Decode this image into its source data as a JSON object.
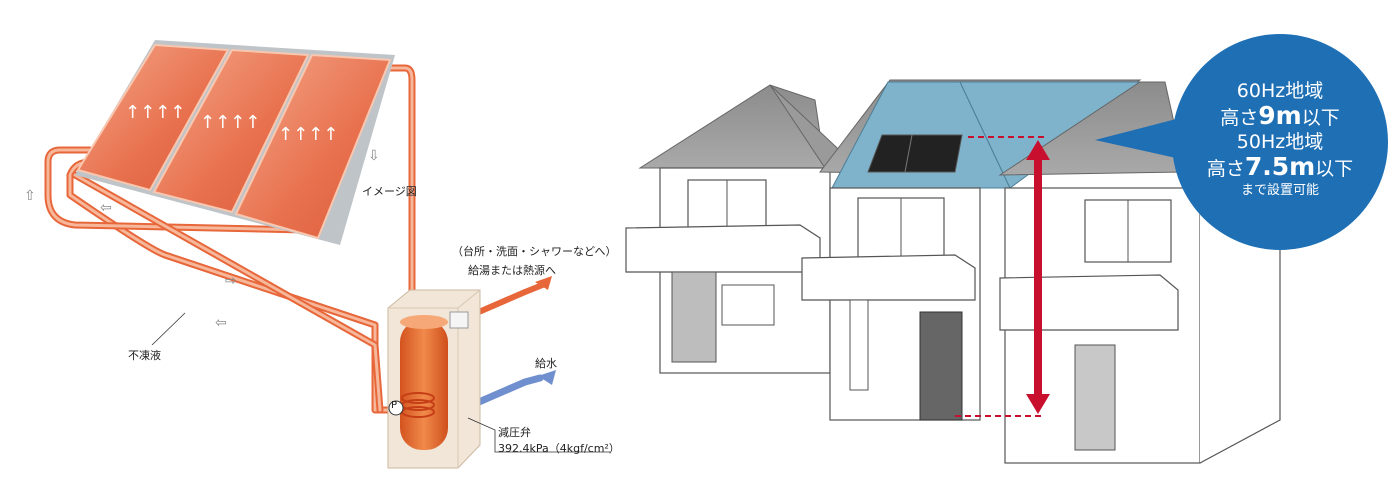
{
  "system": {
    "image_label": "イメージ図",
    "destination_note": "（台所・洗面・シャワーなどへ）",
    "hot_water_out": "給湯または熱源へ",
    "water_supply": "給水",
    "antifreeze": "不凍液",
    "pump_symbol": "P",
    "valve_label": "減圧弁",
    "valve_spec": "392.4kPa（4kgf/cm²）"
  },
  "callout": {
    "line1": "60Hz地域",
    "line2_prefix": "高さ",
    "line2_value": "9m",
    "line2_suffix": "以下",
    "line3": "50Hz地域",
    "line4_prefix": "高さ",
    "line4_value": "7.5m",
    "line4_suffix": "以下",
    "line5": "まで設置可能"
  },
  "colors": {
    "panel": "#e8876a",
    "pipe_hot": "#e8673a",
    "pipe_cold": "#6f8fcf",
    "roof_highlight": "#7fb3cc",
    "callout_bg": "#1f6fb5",
    "height_arrow": "#c8102e"
  }
}
